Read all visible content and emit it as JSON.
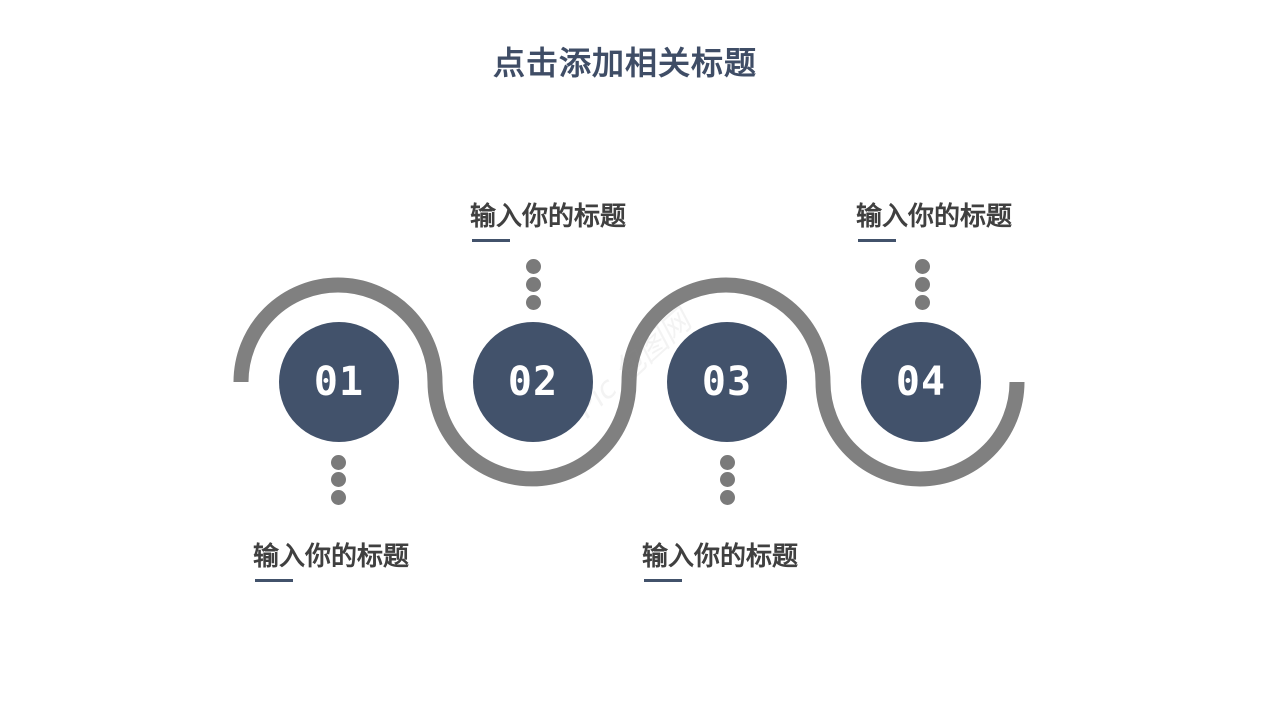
{
  "title": "点击添加相关标题",
  "colors": {
    "accent": "#42526b",
    "wave": "#808080",
    "dots": "#7a7a7a",
    "label": "#404040"
  },
  "steps": [
    {
      "number": "01",
      "label": "输入你的标题",
      "label_position": "below"
    },
    {
      "number": "02",
      "label": "输入你的标题",
      "label_position": "above"
    },
    {
      "number": "03",
      "label": "输入你的标题",
      "label_position": "below"
    },
    {
      "number": "04",
      "label": "输入你的标题",
      "label_position": "above"
    }
  ],
  "watermark": "Pic 包图网"
}
